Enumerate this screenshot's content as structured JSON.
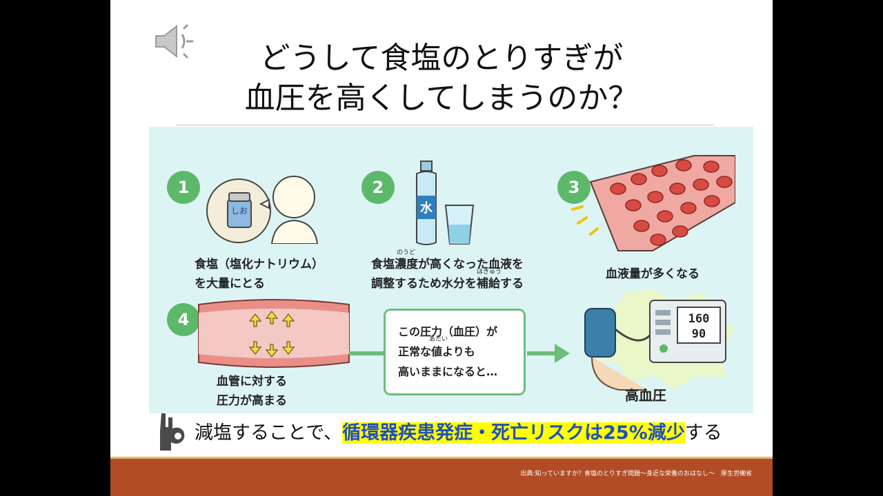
{
  "title": {
    "line1": "どうして食塩のとりすぎが",
    "line2": "血圧を高くしてしまうのか？"
  },
  "steps": [
    {
      "num": "1",
      "line1": "食塩（塩化ナトリウム）",
      "line2": "を大量にとる",
      "icon": "salt-shaker-icon",
      "label": "しお"
    },
    {
      "num": "2",
      "line1": "食塩濃度が高くなった血液を",
      "line2": "調整するため水分を補給する",
      "icon": "water-bottle-icon",
      "label": "水"
    },
    {
      "num": "3",
      "line1": "血液量が多くなる",
      "line2": "",
      "icon": "blood-vessel-icon"
    },
    {
      "num": "4",
      "line1": "血管に対する",
      "line2": "圧力が高まる",
      "icon": "vessel-pressure-icon"
    }
  ],
  "ruby": {
    "noudo": "のうど",
    "hokyuu": "ほきゅう",
    "atai": "あたい"
  },
  "box": {
    "line1": "この圧力（血圧）が",
    "line2": "正常な値よりも",
    "line3": "高いままになると…"
  },
  "result": {
    "label": "高血圧",
    "monitor_top": "160",
    "monitor_bottom": "90"
  },
  "bottom": {
    "prefix": "減塩することで、",
    "highlight": "循環器疾患発症・死亡リスクは25%減少",
    "suffix": "する"
  },
  "footer": {
    "source": "出典:知っていますか？食塩のとりすぎ問題～身近な栄養のおはなし～　厚生労働省"
  },
  "colors": {
    "panel_bg": "#ddf4f4",
    "step_green": "#5cb96a",
    "highlight_yellow": "#ffff00",
    "highlight_text": "#1f4fbf",
    "footer_bar": "#b14c26"
  }
}
